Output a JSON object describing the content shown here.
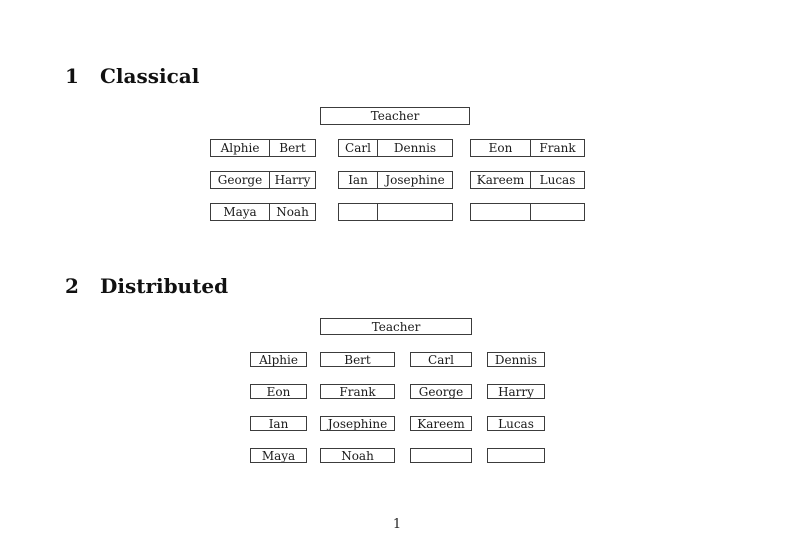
{
  "colors": {
    "ink": "#1a1a1a",
    "border": "#3c3c3c",
    "background": "#ffffff"
  },
  "classical": {
    "heading_number": "1",
    "heading_title": "Classical",
    "teacher_label": "Teacher",
    "desks": [
      {
        "left": "Alphie",
        "right": "Bert"
      },
      {
        "left": "Carl",
        "right": "Dennis"
      },
      {
        "left": "Eon",
        "right": "Frank"
      },
      {
        "left": "George",
        "right": "Harry"
      },
      {
        "left": "Ian",
        "right": "Josephine"
      },
      {
        "left": "Kareem",
        "right": "Lucas"
      },
      {
        "left": "Maya",
        "right": "Noah"
      },
      {
        "left": "",
        "right": ""
      },
      {
        "left": "",
        "right": ""
      }
    ]
  },
  "distributed": {
    "heading_number": "2",
    "heading_title": "Distributed",
    "teacher_label": "Teacher",
    "seats": [
      "Alphie",
      "Bert",
      "Carl",
      "Dennis",
      "Eon",
      "Frank",
      "George",
      "Harry",
      "Ian",
      "Josephine",
      "Kareem",
      "Lucas",
      "Maya",
      "Noah",
      "",
      ""
    ]
  },
  "footer": {
    "page_number": "1"
  }
}
